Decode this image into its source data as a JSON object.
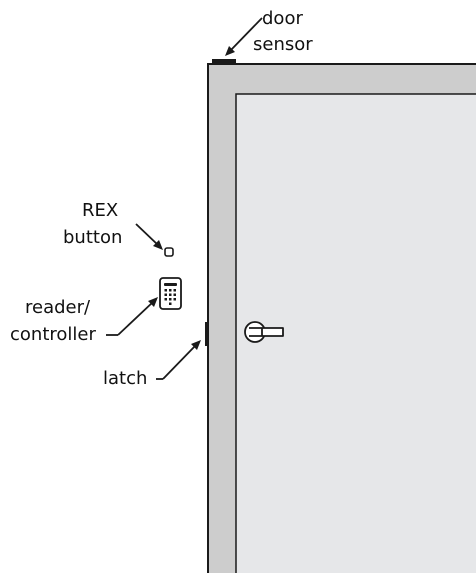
{
  "labels": {
    "door_sensor_line1": "door",
    "door_sensor_line2": "sensor",
    "rex_line1": "REX",
    "rex_line2": "button",
    "reader_line1": "reader/",
    "reader_line2": "controller",
    "latch": "latch"
  },
  "colors": {
    "frame": "#cdcdcd",
    "door": "#e6e7e9",
    "outline": "#1a1a1a",
    "background": "#ffffff"
  }
}
